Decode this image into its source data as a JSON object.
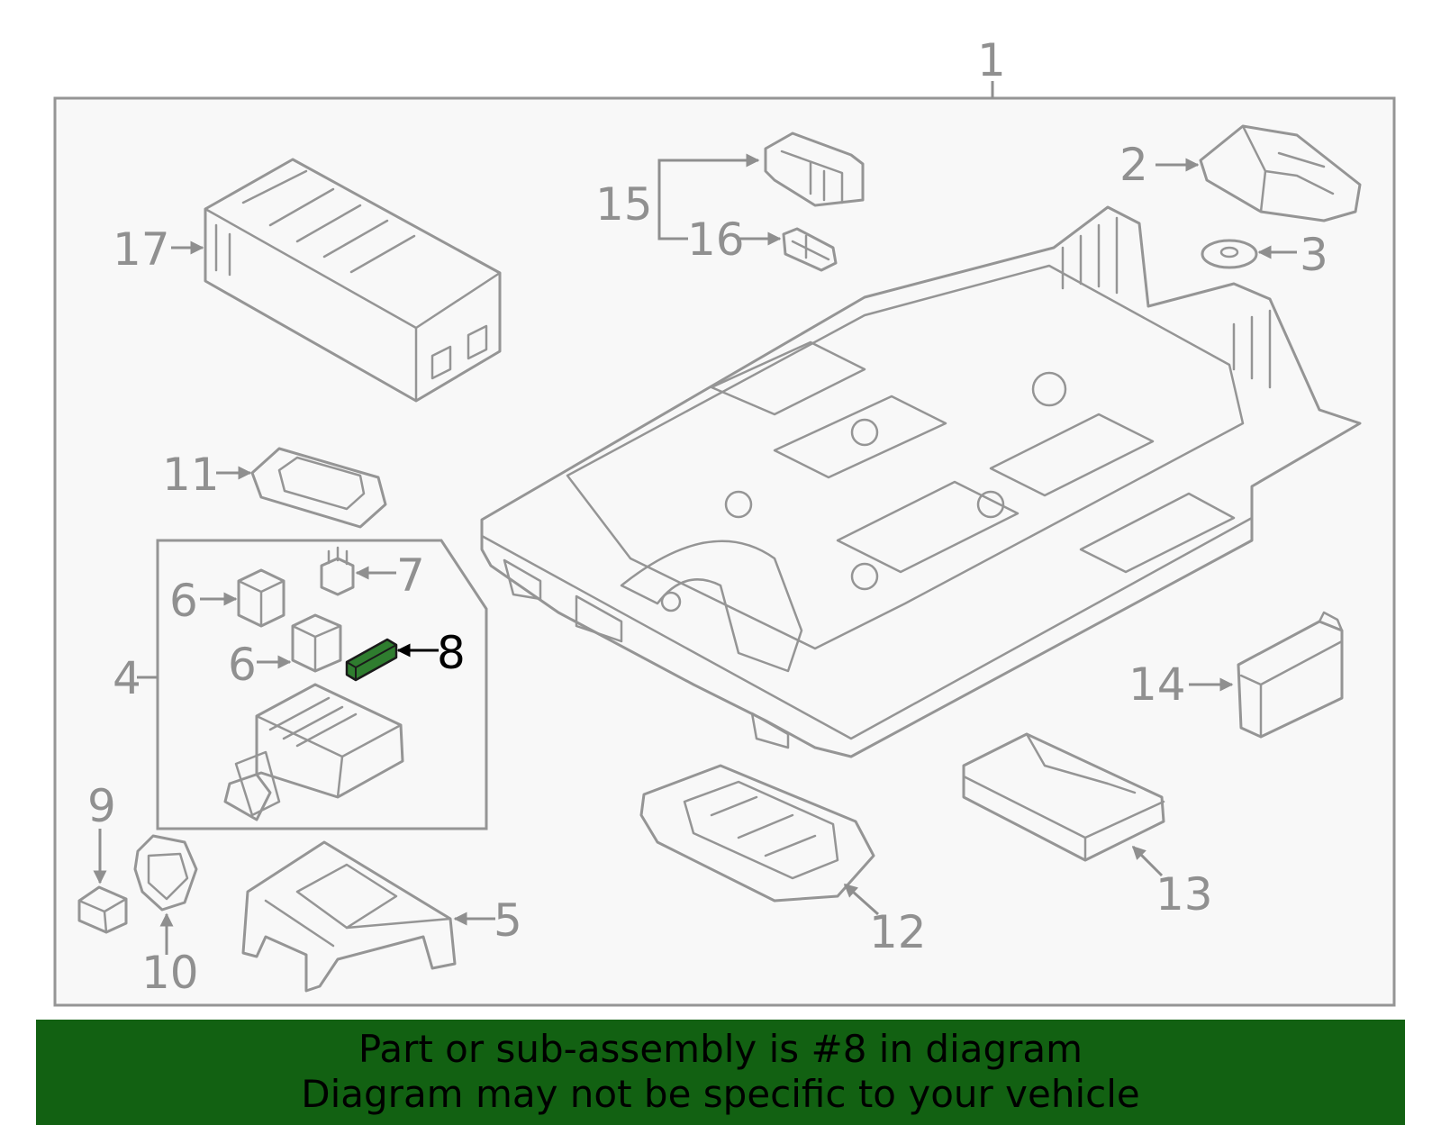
{
  "callouts": {
    "c1": "1",
    "c2": "2",
    "c3": "3",
    "c4": "4",
    "c5": "5",
    "c6a": "6",
    "c6b": "6",
    "c7": "7",
    "c8": "8",
    "c9": "9",
    "c10": "10",
    "c11": "11",
    "c12": "12",
    "c13": "13",
    "c14": "14",
    "c15": "15",
    "c16": "16",
    "c17": "17"
  },
  "highlight": {
    "part_number": "8",
    "color": "#2f7d2f"
  },
  "colors": {
    "line": "#959595",
    "panel_background": "#f8f8f8",
    "footer_background": "#126112"
  },
  "footer": {
    "line1": "Part or sub-assembly is #8 in diagram",
    "line2": "Diagram may not be specific to your vehicle"
  }
}
